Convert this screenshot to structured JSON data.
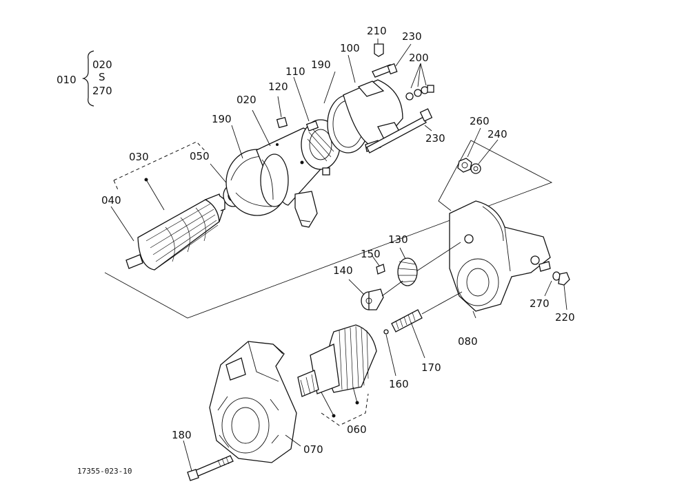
{
  "diagram_id": "17355-023-10",
  "bracket": {
    "assembly": "010",
    "range_start": "020",
    "range_sep": "S",
    "range_end": "270"
  },
  "callouts": {
    "p020": "020",
    "p030": "030",
    "p040": "040",
    "p050": "050",
    "p060": "060",
    "p070": "070",
    "p080": "080",
    "p100": "100",
    "p110": "110",
    "p120": "120",
    "p130": "130",
    "p140": "140",
    "p150": "150",
    "p160": "160",
    "p170": "170",
    "p180": "180",
    "p190a": "190",
    "p190b": "190",
    "p200": "200",
    "p210": "210",
    "p220": "220",
    "p230a": "230",
    "p230b": "230",
    "p240": "240",
    "p260": "260",
    "p270": "270"
  }
}
